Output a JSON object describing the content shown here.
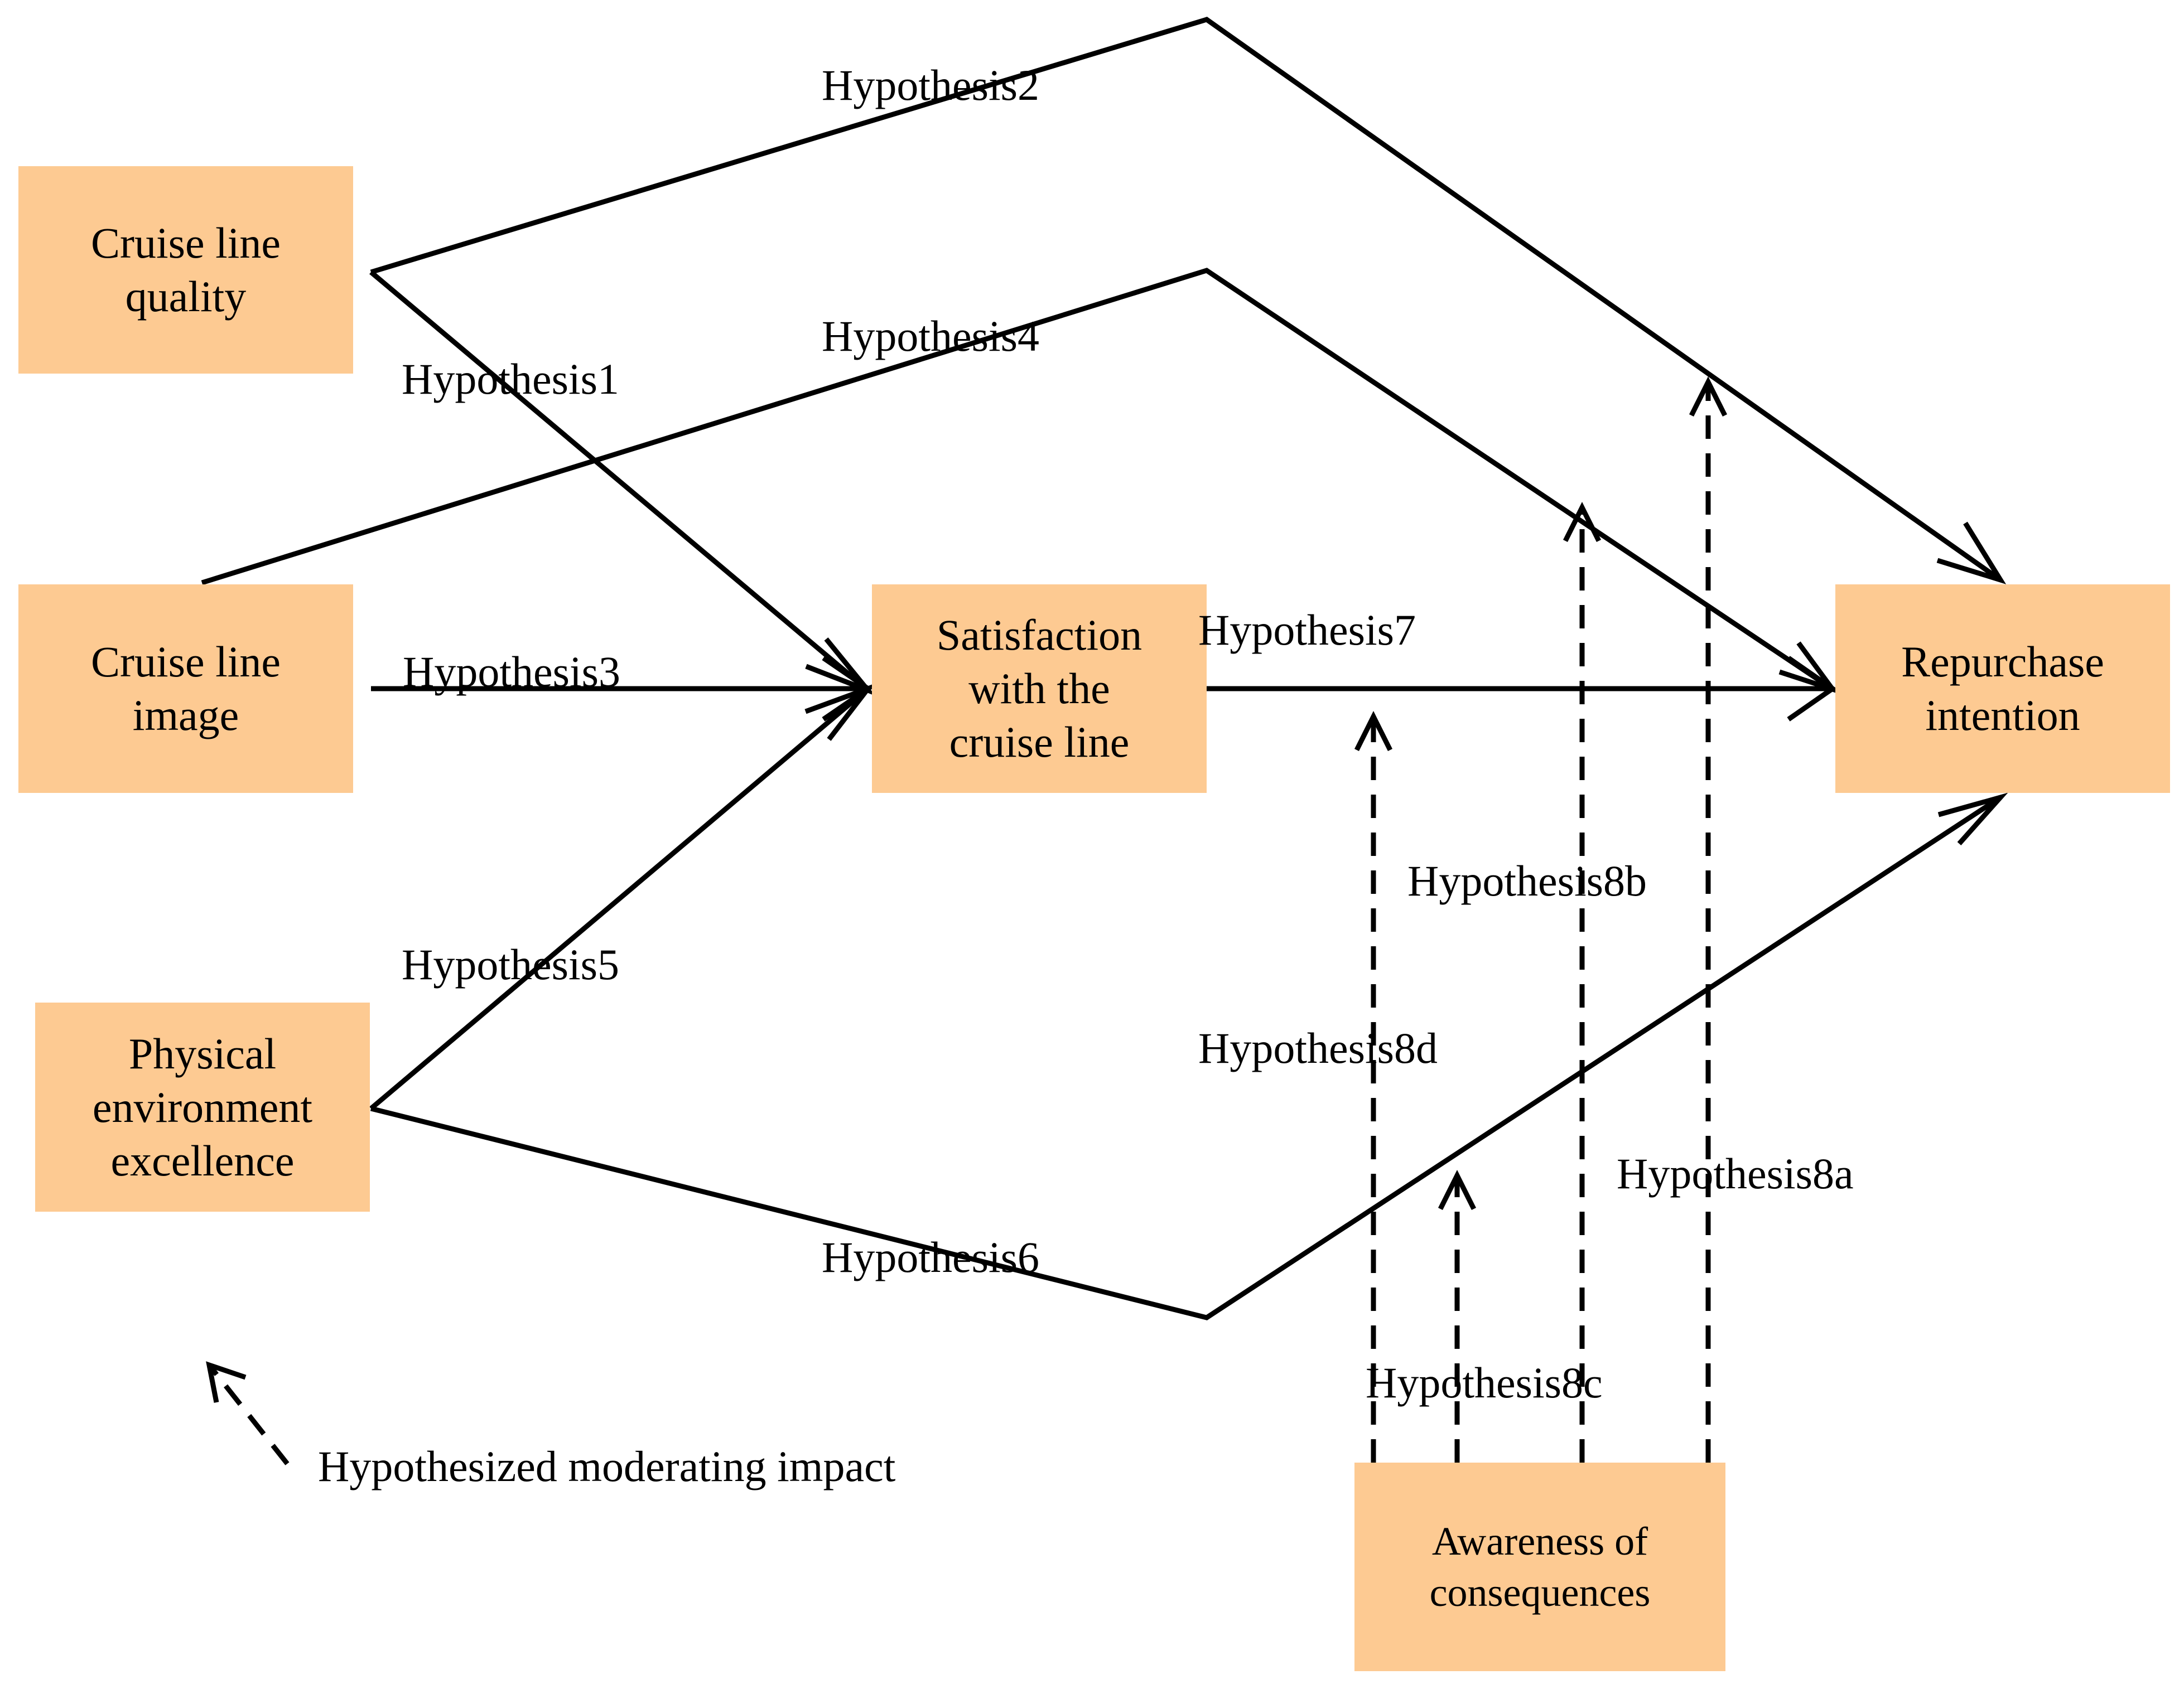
{
  "boxes": {
    "cruise_line_quality": [
      "Cruise line",
      "quality"
    ],
    "cruise_line_image": [
      "Cruise line",
      "image"
    ],
    "physical_environment": [
      "Physical",
      "environment",
      "excellence"
    ],
    "satisfaction": [
      "Satisfaction",
      "with the",
      "cruise line"
    ],
    "repurchase": [
      "Repurchase",
      "intention"
    ],
    "awareness": [
      "Awareness of",
      "consequences"
    ]
  },
  "hypotheses": {
    "h1": "Hypothesis1",
    "h2": "Hypothesis2",
    "h3": "Hypothesis3",
    "h4": "Hypothesis4",
    "h5": "Hypothesis5",
    "h6": "Hypothesis6",
    "h7": "Hypothesis7",
    "h8a": "Hypothesis8a",
    "h8b": "Hypothesis8b",
    "h8c": "Hypothesis8c",
    "h8d": "Hypothesis8d"
  },
  "legend": {
    "moderating": "Hypothesized moderating impact"
  },
  "colors": {
    "box_fill": "#fdca92",
    "line": "#000000"
  }
}
